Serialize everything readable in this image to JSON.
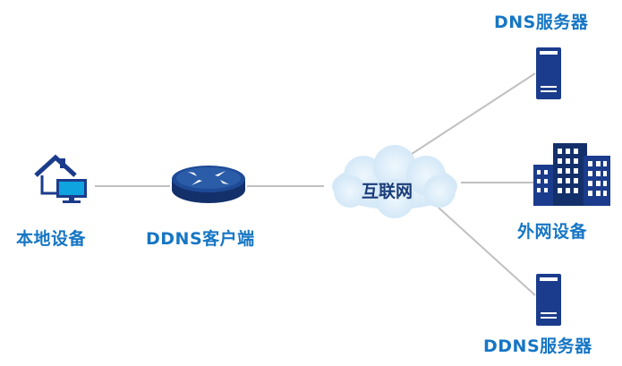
{
  "nodes": {
    "local_device": {
      "label": "本地设备",
      "icon": "house-computer-icon"
    },
    "ddns_client": {
      "label": "DDNS客户端",
      "icon": "router-icon"
    },
    "internet": {
      "label": "互联网",
      "icon": "cloud-icon"
    },
    "dns_server": {
      "label": "DNS服务器",
      "icon": "server-icon"
    },
    "external_device": {
      "label": "外网设备",
      "icon": "building-icon"
    },
    "ddns_server": {
      "label": "DDNS服务器",
      "icon": "server-icon"
    }
  },
  "colors": {
    "label": "#1676c4",
    "line": "#c0c0c0",
    "navy": "#1b3c8c",
    "cloud": "#ddeef9",
    "cloud_text": "#1a3c78"
  }
}
